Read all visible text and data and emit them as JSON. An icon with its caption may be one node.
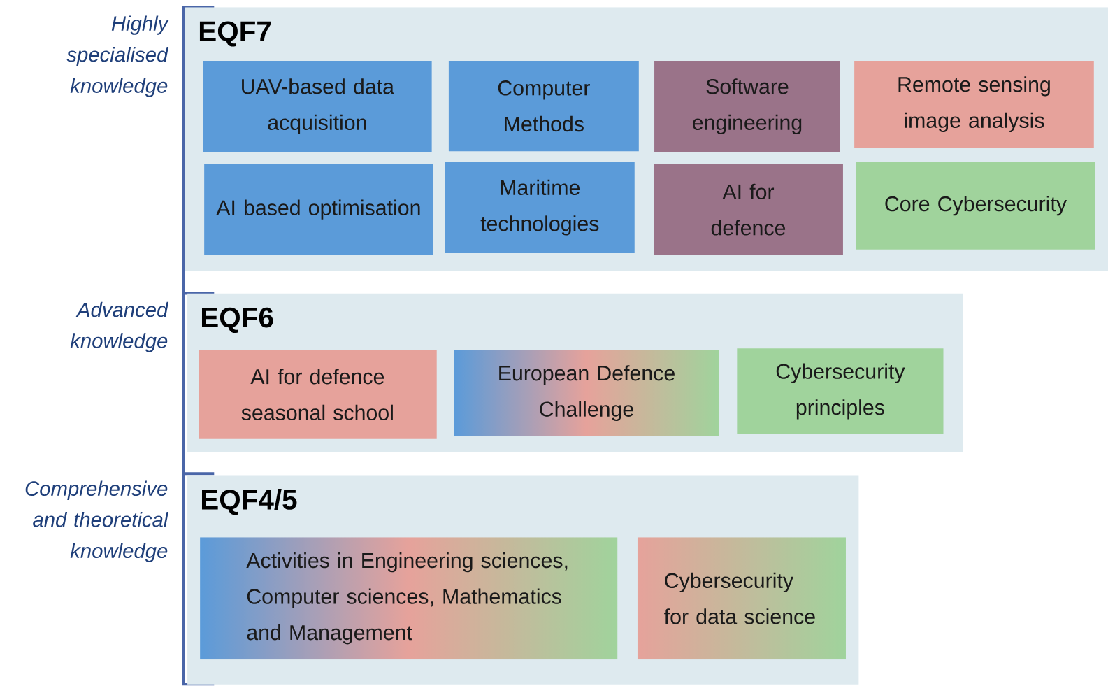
{
  "diagram": {
    "nodes": [
      {
        "text": [
          "EQF7"
        ],
        "beside": [
          "Highly specialised knowledge"
        ]
      },
      {
        "text": [
          "UAV-based data acquisition"
        ],
        "in": 0
      },
      {
        "text": [
          "Computer Methods"
        ],
        "in": 0
      },
      {
        "text": [
          "Software engineering"
        ],
        "in": 0
      },
      {
        "text": [
          "Remote sensing image analysis"
        ],
        "in": 0
      },
      {
        "text": [
          "AI based optimisation"
        ],
        "in": 0
      },
      {
        "text": [
          "Maritime technologies"
        ],
        "in": 0
      },
      {
        "text": [
          "AI for defence"
        ],
        "in": 0
      },
      {
        "text": [
          "Core Cybersecurity"
        ],
        "in": 0
      },
      {
        "text": [
          "EQF6"
        ],
        "beside": [
          "Advanced knowledge"
        ]
      },
      {
        "text": [
          "AI for defence seasonal school"
        ],
        "in": 9
      },
      {
        "text": [
          "European Defence Challenge"
        ],
        "in": 9
      },
      {
        "text": [
          "Cybersecurity principles"
        ],
        "in": 9
      },
      {
        "text": [
          "EQF4/5"
        ],
        "beside": [
          "Comprehensive and theoretical knowledge"
        ]
      },
      {
        "text": [
          "Activities in Engineering sciences, Computer sciences, Mathematics and Management"
        ],
        "in": 13
      },
      {
        "text": [
          "Cybersecurity for data science"
        ],
        "in": 13
      }
    ]
  }
}
